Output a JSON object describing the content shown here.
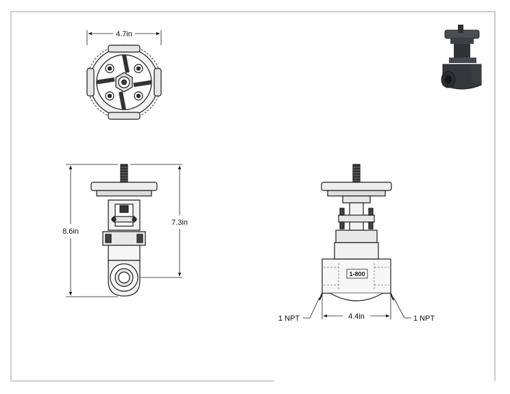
{
  "dimensions": {
    "top_width": "4.7in",
    "overall_height": "8.6in",
    "center_height": "7.3in",
    "end_to_end": "4.4in"
  },
  "labels": {
    "end_left": "1 NPT",
    "end_right": "1 NPT",
    "body_marking": "1-800"
  },
  "colors": {
    "line": "#1a1a1a",
    "thumbnail_body": "#3a3d40"
  },
  "icons": {
    "thumbnail": "gate-valve-3d-icon"
  }
}
